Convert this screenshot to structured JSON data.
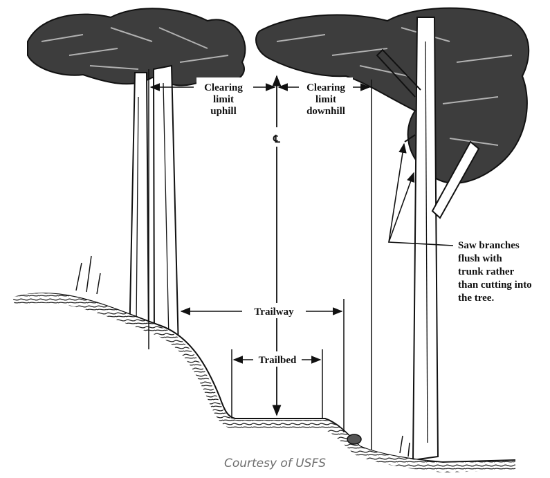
{
  "labels": {
    "clearing_uphill": [
      "Clearing",
      "limit",
      "uphill"
    ],
    "clearing_downhill": [
      "Clearing",
      "limit",
      "downhill"
    ],
    "centerline": "℄",
    "trailway": "Trailway",
    "trailbed": "Trailbed",
    "saw_note": [
      "Saw branches",
      "flush with",
      "trunk rather",
      "than cutting into",
      "the tree."
    ]
  },
  "credit": "Courtesy of USFS",
  "colors": {
    "ink": "#111111",
    "credit": "#6d6d6d"
  }
}
